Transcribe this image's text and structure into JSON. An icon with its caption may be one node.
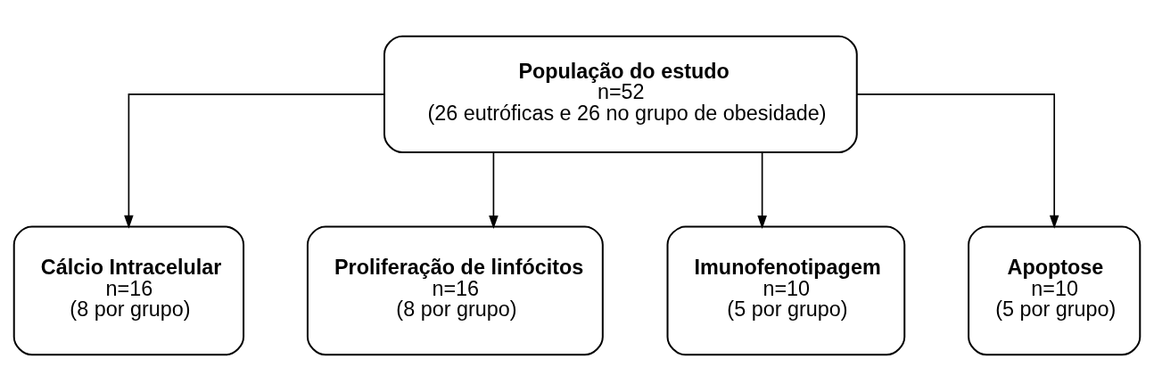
{
  "diagram": {
    "nodes": [
      {
        "text": [
          "População do estudo",
          "n=52",
          "(26 eutróficas e 26 no grupo de obesidade)"
        ]
      },
      {
        "text": [
          "Cálcio Intracelular",
          "n=16",
          "(8 por grupo)"
        ]
      },
      {
        "text": [
          "Proliferação de linfócitos",
          "n=16",
          "(8 por grupo)"
        ]
      },
      {
        "text": [
          "Imunofenotipagem",
          "n=10",
          "(5 por grupo)"
        ]
      },
      {
        "text": [
          "Apoptose",
          "n=10",
          "(5 por grupo)"
        ]
      }
    ],
    "edges": [
      {
        "from": 0,
        "to": 1,
        "arrow": "to"
      },
      {
        "from": 0,
        "to": 2,
        "arrow": "to"
      },
      {
        "from": 0,
        "to": 3,
        "arrow": "to"
      },
      {
        "from": 0,
        "to": 4,
        "arrow": "to"
      }
    ]
  }
}
